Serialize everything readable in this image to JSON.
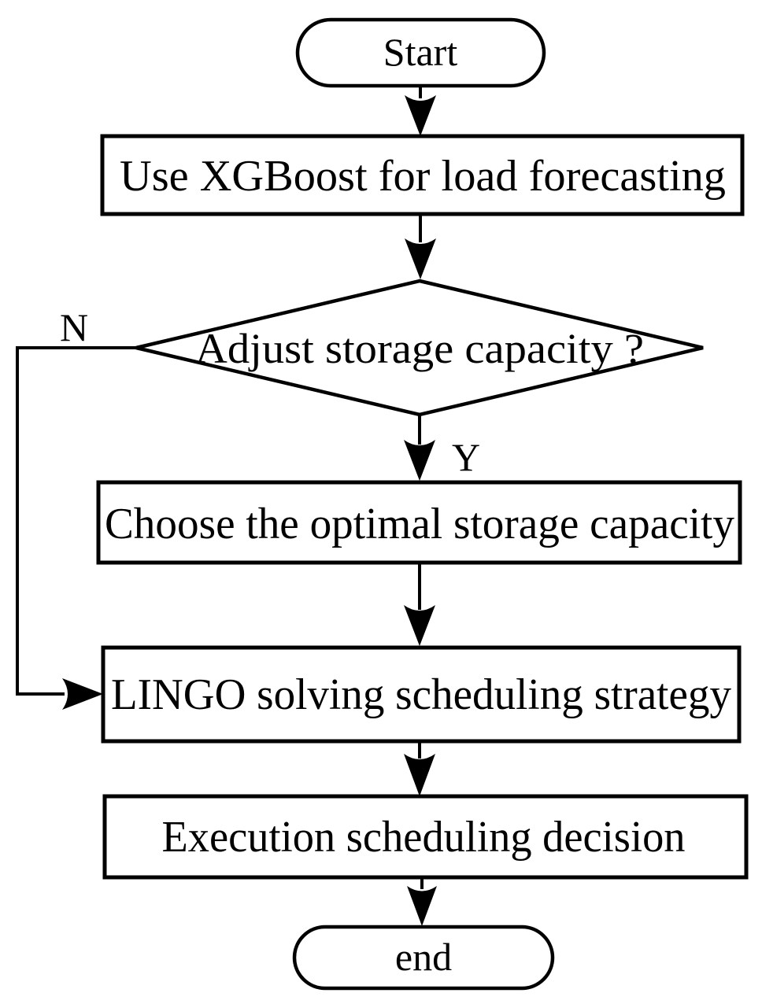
{
  "flowchart": {
    "start_label": "Start",
    "step_forecast_label": "Use XGBoost for load forecasting",
    "decision_label": "Adjust storage capacity ?",
    "branch_no_label": "N",
    "branch_yes_label": "Y",
    "step_choose_label": "Choose the optimal storage capacity",
    "step_lingo_label": "LINGO solving scheduling strategy",
    "step_execute_label": "Execution scheduling decision",
    "end_label": "end",
    "colors": {
      "stroke": "#000000",
      "background": "#ffffff"
    }
  }
}
